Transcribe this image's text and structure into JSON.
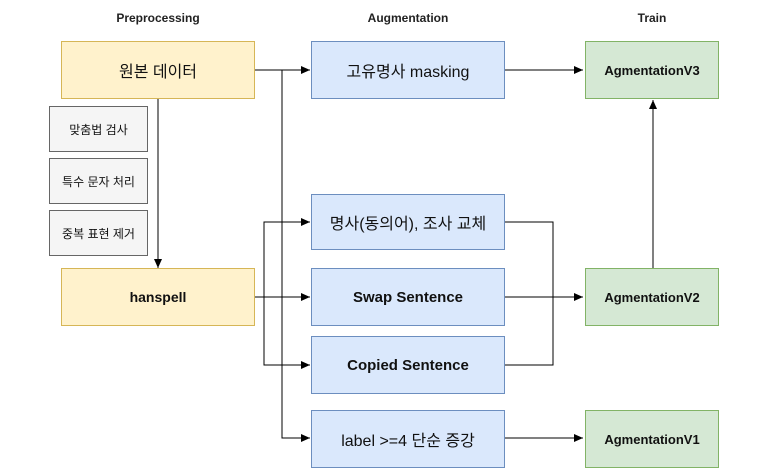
{
  "headers": {
    "preprocessing": "Preprocessing",
    "augmentation": "Augmentation",
    "train": "Train"
  },
  "preprocessing": {
    "original_data": "원본 데이터",
    "steps": [
      "맞춤법 검사",
      "특수 문자 처리",
      "중복 표현 제거"
    ],
    "hanspell": "hanspell"
  },
  "augmentation": {
    "proper_noun_masking": "고유명사 masking",
    "synonym_swap": "명사(동의어), 조사 교체",
    "swap_sentence": "Swap Sentence",
    "copied_sentence": "Copied Sentence",
    "label_augment": "label >=4 단순 증강"
  },
  "train": {
    "v3": "AgmentationV3",
    "v2": "AgmentationV2",
    "v1": "AgmentationV1"
  }
}
